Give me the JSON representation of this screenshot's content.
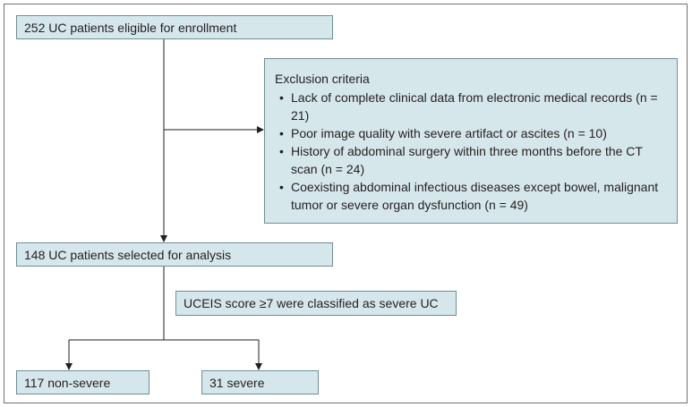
{
  "flow": {
    "eligible": "252 UC patients eligible for enrollment",
    "exclusion": {
      "title": "Exclusion criteria",
      "items": [
        "Lack of complete clinical data from electronic medical records (n = 21)",
        "Poor image quality with severe artifact or ascites (n = 10)",
        "History of abdominal surgery within three months before the CT scan (n = 24)",
        "Coexisting abdominal infectious diseases except bowel, malignant tumor or severe organ dysfunction (n = 49)"
      ]
    },
    "selected": "148 UC patients selected for analysis",
    "classification": "UCEIS score ≥7 were classified as severe UC",
    "non_severe": "117 non-severe",
    "severe": "31 severe"
  },
  "colors": {
    "box_fill": "#d6e7ec",
    "box_border": "#6f8d97",
    "line": "#231f20"
  }
}
